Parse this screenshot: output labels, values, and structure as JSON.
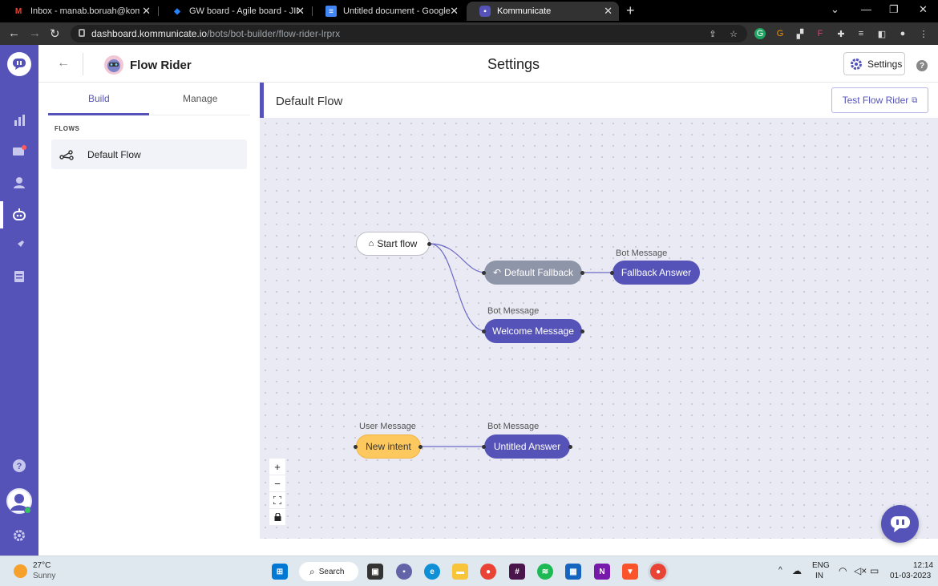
{
  "browser": {
    "tabs": [
      {
        "title": "Inbox - manab.boruah@kommunicate.io",
        "icon": "gmail-icon"
      },
      {
        "title": "GW board - Agile board - JIRA",
        "icon": "jira-icon"
      },
      {
        "title": "Untitled document - Google Docs",
        "icon": "docs-icon"
      },
      {
        "title": "Kommunicate",
        "icon": "kommunicate-icon"
      }
    ],
    "url_host": "dashboard.kommunicate.io",
    "url_path": "/bots/bot-builder/flow-rider-lrprx"
  },
  "header": {
    "bot_name": "Flow Rider",
    "page_title": "Settings",
    "settings_label": "Settings",
    "help": "?"
  },
  "sidebar": {
    "tabs": [
      {
        "label": "Build"
      },
      {
        "label": "Manage"
      }
    ],
    "section_label": "FLOWS",
    "flows": [
      {
        "label": "Default Flow"
      }
    ]
  },
  "main": {
    "title": "Default Flow",
    "test_button": "Test Flow Rider"
  },
  "flow": {
    "start": {
      "label": "Start flow"
    },
    "fallback": {
      "label": "Default Fallback"
    },
    "fallback_answer": {
      "caption": "Bot Message",
      "label": "Fallback Answer"
    },
    "welcome": {
      "caption": "Bot Message",
      "label": "Welcome Message"
    },
    "new_intent": {
      "caption": "User Message",
      "label": "New intent"
    },
    "untitled_answer": {
      "caption": "Bot Message",
      "label": "Untitled Answer"
    }
  },
  "canvas_controls": {
    "zoom_in": "+",
    "zoom_out": "−"
  },
  "taskbar": {
    "temperature": "27°C",
    "weather": "Sunny",
    "search_label": "Search",
    "language": "ENG",
    "region": "IN",
    "time": "12:14",
    "date": "01-03-2023"
  },
  "colors": {
    "brand": "#5553b7",
    "fallback_node": "#8f95a8",
    "user_message_node": "#fdc95f",
    "canvas": "#eaeaf4"
  }
}
